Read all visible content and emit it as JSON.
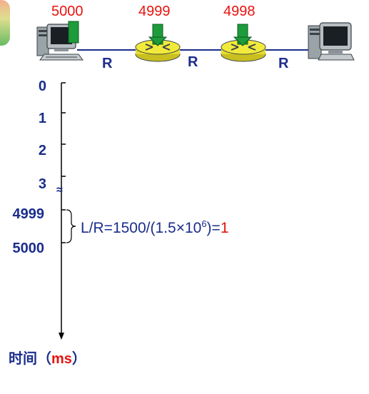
{
  "packets": [
    {
      "label": "5000"
    },
    {
      "label": "4999"
    },
    {
      "label": "4998"
    }
  ],
  "links": [
    {
      "label": "R"
    },
    {
      "label": "R"
    },
    {
      "label": "R"
    }
  ],
  "timeline": {
    "ticks": [
      "0",
      "1",
      "2",
      "3",
      "4999",
      "5000"
    ],
    "break_symbol": "≈",
    "formula": {
      "prefix": "L/R=1500/(1.5",
      "times": "×",
      "base": "10",
      "exponent": "6",
      "mid": ")=",
      "result": "1"
    },
    "axis_label": {
      "prefix": "时间（",
      "unit": "ms",
      "suffix": "）"
    }
  },
  "colors": {
    "accent_red": "#e8130f",
    "text_blue": "#1b2d8c",
    "packet_green": "#1e9c3c",
    "router_yellow": "#f2ea3a"
  },
  "icons": [
    "desktop-computer-icon",
    "router-icon",
    "router-icon",
    "desktop-computer-icon"
  ]
}
